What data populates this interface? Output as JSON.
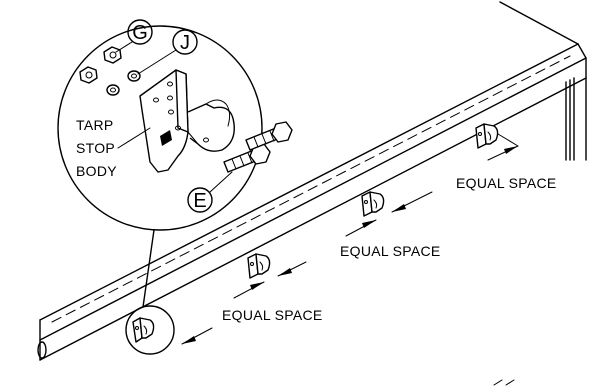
{
  "labels": {
    "part_name": [
      "TARP",
      "STOP",
      "BODY"
    ],
    "callout_g": "G",
    "callout_j": "J",
    "callout_e": "E",
    "spacing": [
      "EQUAL SPACE",
      "EQUAL SPACE",
      "EQUAL SPACE"
    ]
  }
}
